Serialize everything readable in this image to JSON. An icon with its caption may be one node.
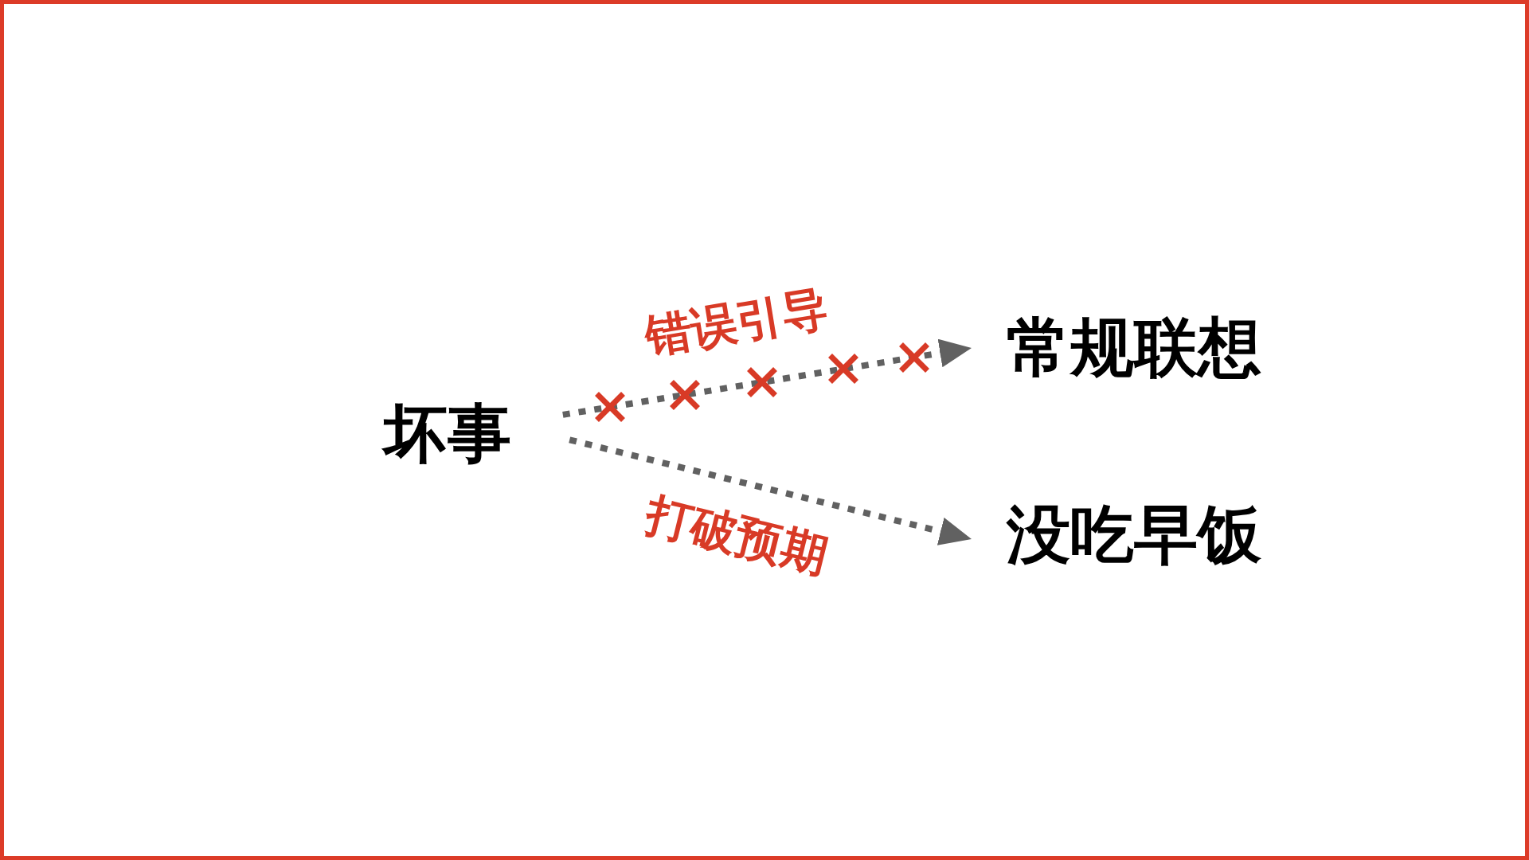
{
  "diagram": {
    "nodes": [
      {
        "text": [
          "坏事"
        ]
      },
      {
        "text": [
          "常规联想"
        ]
      },
      {
        "text": [
          "没吃早饭"
        ]
      }
    ],
    "edges": [
      {
        "from": 0,
        "to": 1,
        "arrow": "to",
        "label": "错误引导",
        "style": "dashed"
      },
      {
        "from": 0,
        "to": 2,
        "arrow": "to",
        "label": "打破预期",
        "style": "dashed"
      }
    ]
  }
}
